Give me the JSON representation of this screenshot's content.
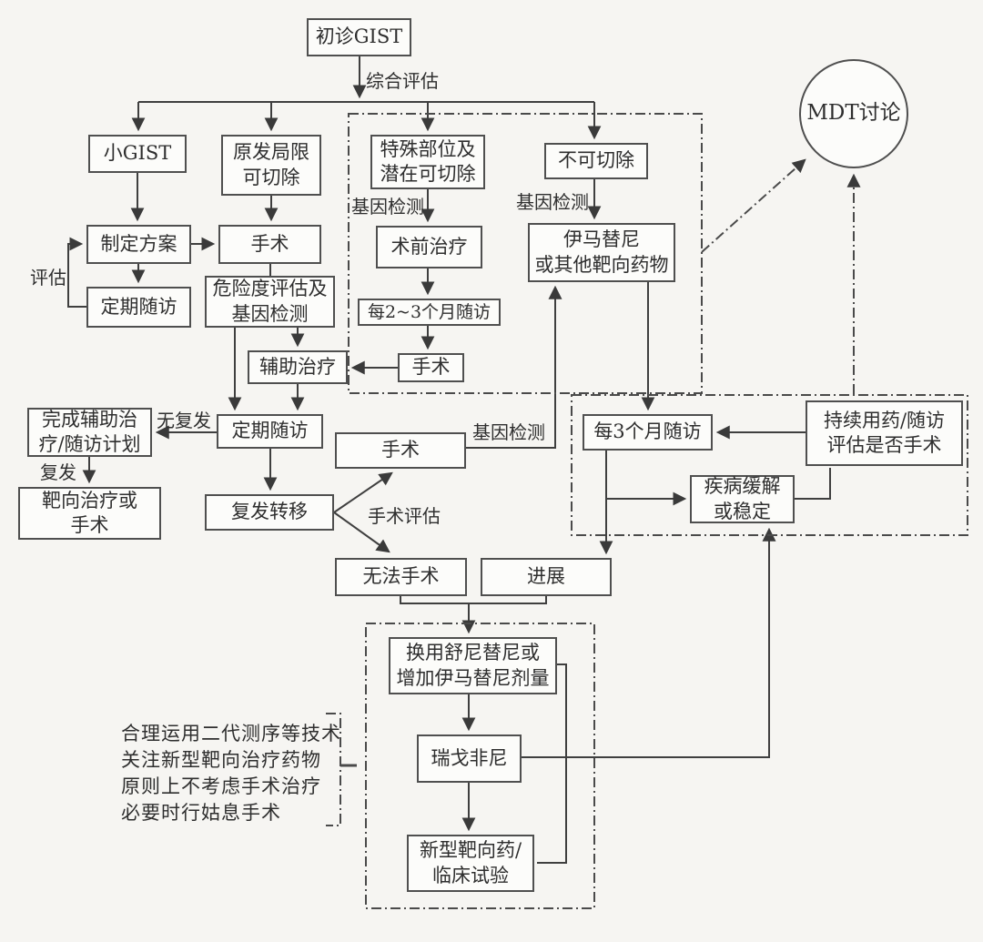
{
  "colors": {
    "background": "#f6f5f2",
    "line": "#3a3a3a",
    "box_border": "#4f4f4f",
    "text": "#2e2e2e"
  },
  "nodes": {
    "initial_gist": {
      "label": "初诊GIST"
    },
    "small_gist": {
      "label": "小GIST"
    },
    "primary_localized": {
      "label": "原发局限\n可切除"
    },
    "special_site": {
      "label": "特殊部位及\n潜在可切除"
    },
    "unresectable": {
      "label": "不可切除"
    },
    "make_plan": {
      "label": "制定方案"
    },
    "surgery_primary": {
      "label": "手术"
    },
    "regular_followup_left": {
      "label": "定期随访"
    },
    "risk_assessment": {
      "label": "危险度评估及\n基因检测"
    },
    "preop_treatment": {
      "label": "术前治疗"
    },
    "followup_2_3_months": {
      "label": "每2~3个月随访"
    },
    "surgery_preop": {
      "label": "手术"
    },
    "imatinib": {
      "label": "伊马替尼\n或其他靶向药物"
    },
    "adjuvant_therapy": {
      "label": "辅助治疗"
    },
    "complete_adjuvant": {
      "label": "完成辅助治\n疗/随访计划"
    },
    "regular_followup_mid": {
      "label": "定期随访"
    },
    "targeted_or_surgery": {
      "label": "靶向治疗或\n手术"
    },
    "recurrence_metastasis": {
      "label": "复发转移"
    },
    "surgery_recurrence": {
      "label": "手术"
    },
    "followup_3_months": {
      "label": "每3个月随访"
    },
    "continue_medication": {
      "label": "持续用药/随访\n评估是否手术"
    },
    "disease_remission": {
      "label": "疾病缓解\n或稳定"
    },
    "cannot_surgery": {
      "label": "无法手术"
    },
    "progression": {
      "label": "进展"
    },
    "switch_sunitinib": {
      "label": "换用舒尼替尼或\n增加伊马替尼剂量"
    },
    "regorafenib": {
      "label": "瑞戈非尼"
    },
    "new_targeted_drug": {
      "label": "新型靶向药/\n临床试验"
    },
    "mdt_discussion": {
      "label": "MDT讨论"
    }
  },
  "edge_labels": {
    "comprehensive_eval": "综合评估",
    "eval": "评估",
    "gene_test_special": "基因检测",
    "gene_test_unresectable": "基因检测",
    "gene_test_surgery": "基因检测",
    "no_recurrence": "无复发",
    "recurrence": "复发",
    "surgery_eval": "手术评估"
  },
  "note": {
    "text": "合理运用二代测序等技术\n关注新型靶向治疗药物\n原则上不考虑手术治疗\n必要时行姑息手术"
  }
}
